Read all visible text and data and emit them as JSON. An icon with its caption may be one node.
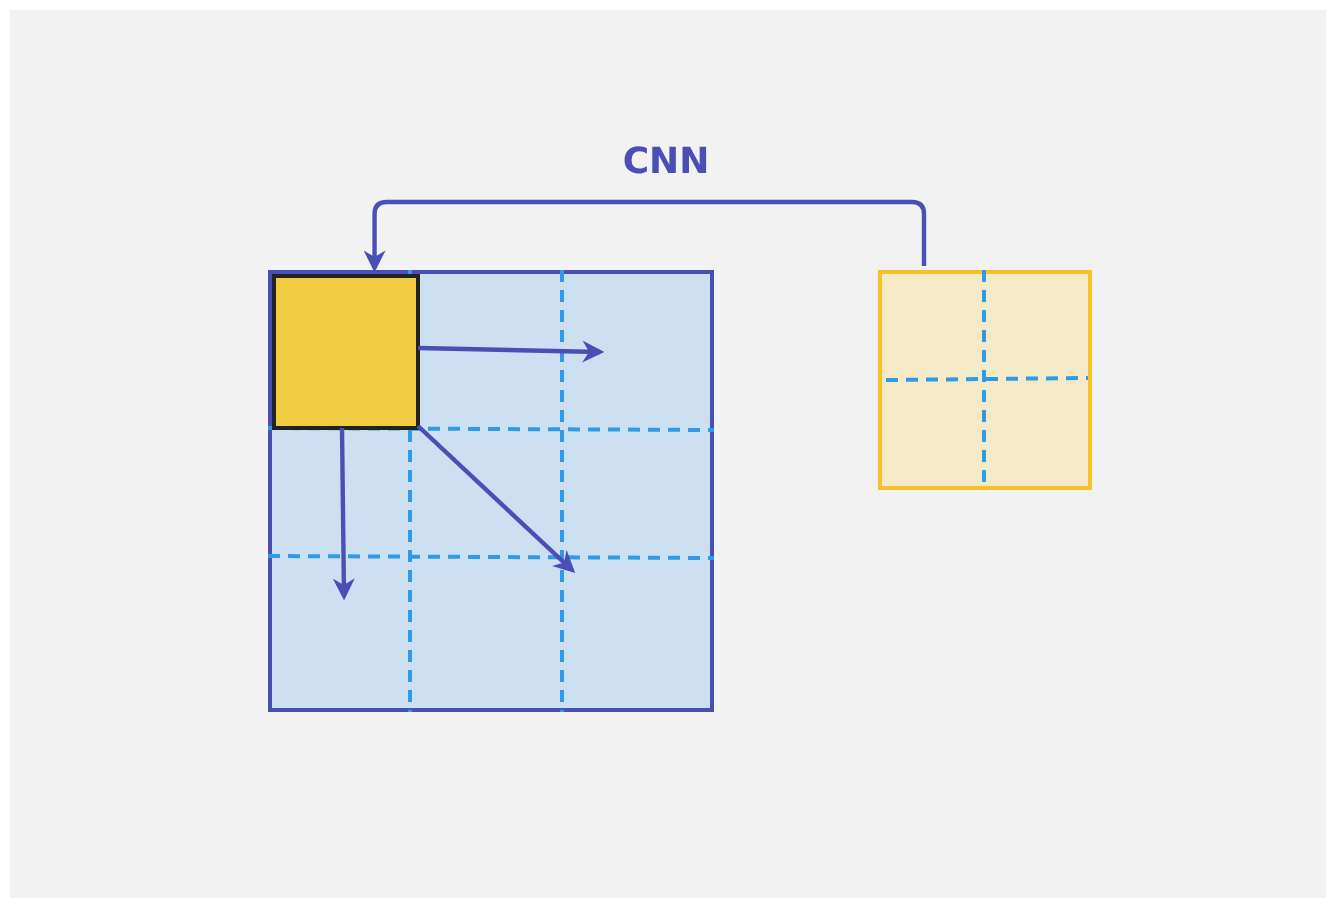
{
  "diagram": {
    "nodes": [
      {
        "text": [],
        "shape": "box"
      },
      {
        "text": [],
        "shape": "box",
        "in": 0
      },
      {
        "text": [],
        "shape": "box"
      }
    ],
    "edges": [
      {
        "from": 2,
        "to": 1,
        "arrow": "to",
        "label": "CNN"
      },
      {
        "from": 1,
        "to": null,
        "arrow": "to"
      },
      {
        "from": 1,
        "to": null,
        "arrow": "to"
      },
      {
        "from": 1,
        "to": null,
        "arrow": "to"
      }
    ]
  }
}
